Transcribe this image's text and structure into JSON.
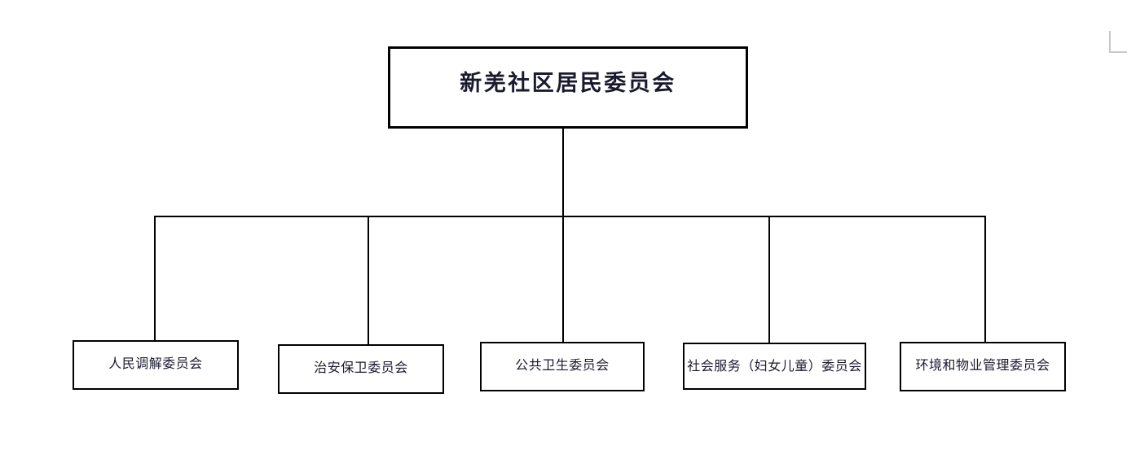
{
  "diagram": {
    "type": "organizational-chart",
    "orientation": "top-down",
    "title_visible": false,
    "root": {
      "label": "新羌社区居民委员会"
    },
    "children": [
      {
        "label": "人民调解委员会"
      },
      {
        "label": "治安保卫委员会"
      },
      {
        "label": "公共卫生委员会"
      },
      {
        "label": "社会服务（妇女儿童）委员会"
      },
      {
        "label": "环境和物业管理委员会"
      }
    ],
    "colors": {
      "box_border": "#000000",
      "box_fill": "#ffffff",
      "connector": "#000000",
      "text": "#1a1a2e",
      "page_background": "#ffffff",
      "margin_guide": "#c8c8c8"
    }
  }
}
